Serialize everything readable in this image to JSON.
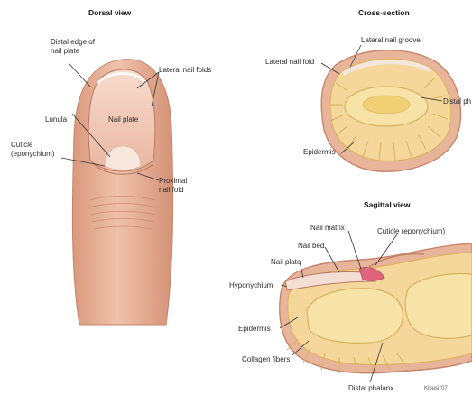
{
  "titles": {
    "dorsal": "Dorsal view",
    "cross": "Cross-section",
    "sagittal": "Sagittal view"
  },
  "dorsal_labels": {
    "distal_edge": "Distal edge of\nnail plate",
    "lateral_folds": "Lateral nail folds",
    "nail_plate": "Nail plate",
    "lunula": "Lunula",
    "cuticle": "Cuticle\n(eponychium)",
    "proximal_fold": "Proximal\nnail fold"
  },
  "cross_labels": {
    "lateral_groove": "Lateral nail groove",
    "lateral_fold": "Lateral nail fold",
    "distal_phalanx": "Distal ph",
    "epidermis": "Epidermis"
  },
  "sagittal_labels": {
    "nail_matrix": "Nail matrix",
    "cuticle": "Cuticle (eponychium)",
    "nail_bed": "Nail bed",
    "nail_plate": "Nail plate",
    "hyponychium": "Hyponychium",
    "epidermis": "Epidermis",
    "collagen": "Collagen fibers",
    "distal_phalanx": "Distal phalanx"
  },
  "credit": "Kibusi '07",
  "colors": {
    "skin": "#e8b49a",
    "skin_dark": "#c98a70",
    "nail": "#f1c9b8",
    "bone": "#f3dc9c",
    "bone_dark": "#d9b25c",
    "matrix": "#e0647c",
    "line": "#333333"
  }
}
